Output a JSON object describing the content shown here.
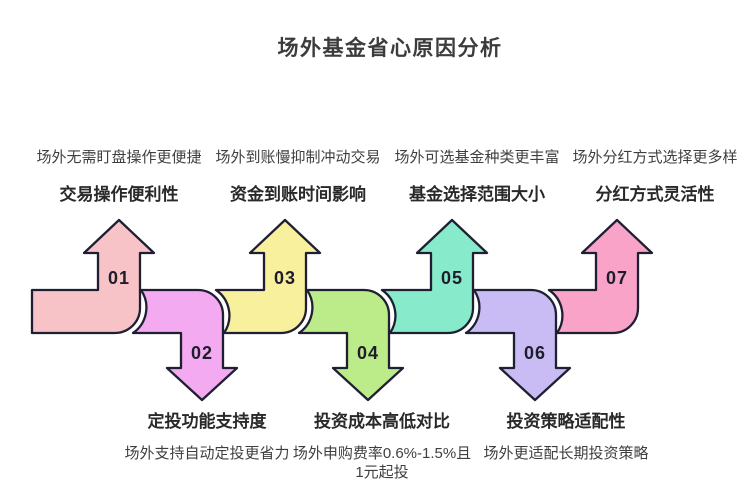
{
  "title": "场外基金省心原因分析",
  "outline_color": "#1f1f33",
  "steps": [
    {
      "number": "01",
      "direction": "up",
      "color": "#f8c3c7",
      "label": "交易操作便利性",
      "desc": "场外无需盯盘操作更便捷"
    },
    {
      "number": "02",
      "direction": "down",
      "color": "#f3aaf1",
      "label": "定投功能支持度",
      "desc": "场外支持自动定投更省力"
    },
    {
      "number": "03",
      "direction": "up",
      "color": "#f8f09c",
      "label": "资金到账时间影响",
      "desc": "场外到账慢抑制冲动交易"
    },
    {
      "number": "04",
      "direction": "down",
      "color": "#bceb89",
      "label": "投资成本高低对比",
      "desc": "场外申购费率0.6%-1.5%且1元起投"
    },
    {
      "number": "05",
      "direction": "up",
      "color": "#87ebcb",
      "label": "基金选择范围大小",
      "desc": "场外可选基金种类更丰富"
    },
    {
      "number": "06",
      "direction": "down",
      "color": "#c9bcf4",
      "label": "投资策略适配性",
      "desc": "场外更适配长期投资策略"
    },
    {
      "number": "07",
      "direction": "up",
      "color": "#f9a3c9",
      "label": "分红方式灵活性",
      "desc": "场外分红方式选择更多样"
    }
  ]
}
